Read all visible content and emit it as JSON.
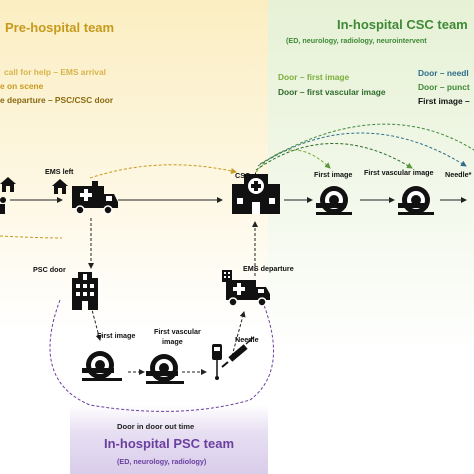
{
  "teams": {
    "prehospital": {
      "title": "Pre-hospital team",
      "color": "#c79a1c"
    },
    "csc": {
      "title": "In-hospital CSC team",
      "subtitle": "(ED, neurology, radiology, neurointervent",
      "color": "#3f8a37"
    },
    "psc": {
      "title": "In-hospital PSC team",
      "subtitle": "(ED, neurology, radiology)",
      "color": "#6b3fa0"
    }
  },
  "legend_pre": [
    {
      "text": "call for help – EMS arrival",
      "color": "#d8b44a"
    },
    {
      "text": "e on scene",
      "color": "#c79a1c"
    },
    {
      "text": "e departure – PSC/CSC door",
      "color": "#8a6a10"
    }
  ],
  "legend_csc_left": [
    {
      "text": "Door – first image",
      "color": "#7cae3c"
    },
    {
      "text": "Door – first vascular image",
      "color": "#2e6b2a"
    }
  ],
  "legend_csc_right": [
    {
      "text": "Door – needl",
      "color": "#2f6e8a"
    },
    {
      "text": "Door – punct",
      "color": "#3f8a37"
    },
    {
      "text": "First image –",
      "color": "#111111"
    }
  ],
  "nodes": {
    "ems_left": "EMS left",
    "csc_door": "CSC door",
    "first_image_csc": "First image",
    "first_vascular_csc": "First vascular image",
    "needle_csc": "Needle*",
    "psc_door": "PSC door",
    "ems_departure": "EMS departure",
    "first_image_psc": "First image",
    "first_vascular_psc_1": "First vascular",
    "first_vascular_psc_2": "image",
    "needle_psc": "Needle"
  },
  "door_in_door_out": "Door in door out time",
  "icons": [
    "house-icon",
    "ambulance-icon",
    "hospital-icon",
    "ct-scanner-icon",
    "iv-drip-icon",
    "syringe-icon"
  ]
}
